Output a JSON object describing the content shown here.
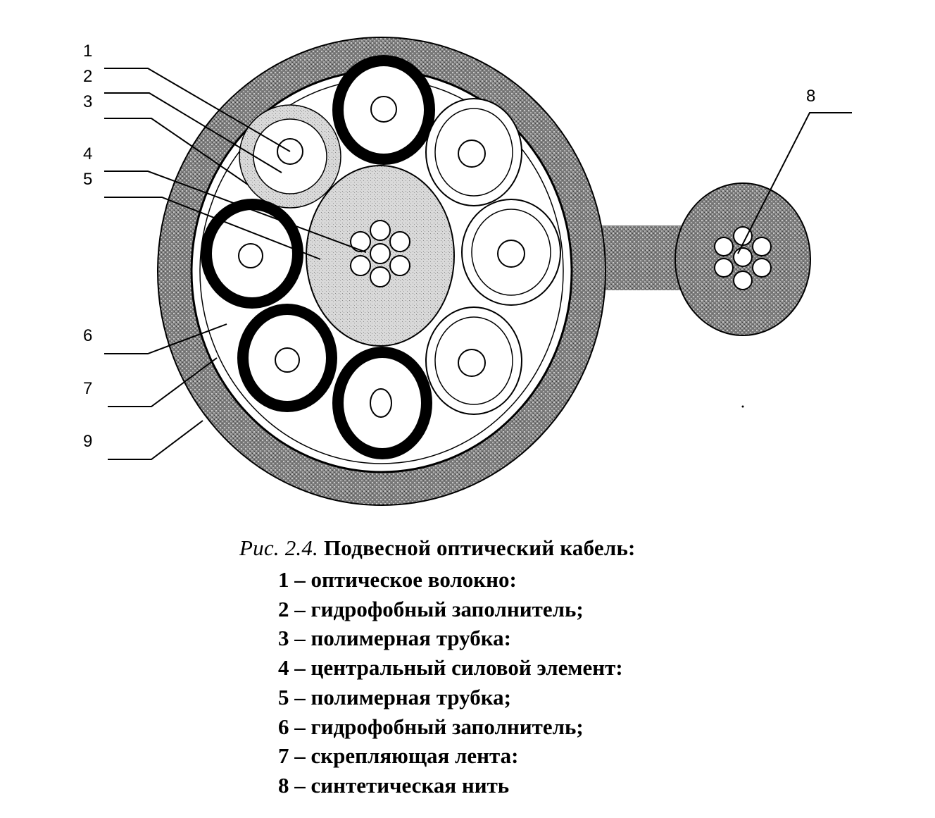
{
  "figure": {
    "callouts": [
      {
        "id": "1",
        "label": "1"
      },
      {
        "id": "2",
        "label": "2"
      },
      {
        "id": "3",
        "label": "3"
      },
      {
        "id": "4",
        "label": "4"
      },
      {
        "id": "5",
        "label": "5"
      },
      {
        "id": "6",
        "label": "6"
      },
      {
        "id": "7",
        "label": "7"
      },
      {
        "id": "8",
        "label": "8"
      },
      {
        "id": "9",
        "label": "9"
      }
    ]
  },
  "caption": {
    "figure_ref": "Рис. 2.4.",
    "title": "Подвесной оптический кабель:",
    "items": [
      {
        "num": "1",
        "text": "оптическое волокно:"
      },
      {
        "num": "2",
        "text": "гидрофобный заполнитель;"
      },
      {
        "num": "3",
        "text": "полимерная трубка:"
      },
      {
        "num": "4",
        "text": "центральный силовой элемент:"
      },
      {
        "num": "5",
        "text": "полимерная трубка;"
      },
      {
        "num": "6",
        "text": "гидрофобный заполнитель;"
      },
      {
        "num": "7",
        "text": "скрепляющая лента:"
      },
      {
        "num": "8",
        "text": "синтетическая нить"
      }
    ],
    "dash": "–"
  },
  "colors": {
    "sheath": "#8a8a8a",
    "outline": "#000000",
    "core_fill": "#f4f4f4",
    "background": "#ffffff"
  }
}
